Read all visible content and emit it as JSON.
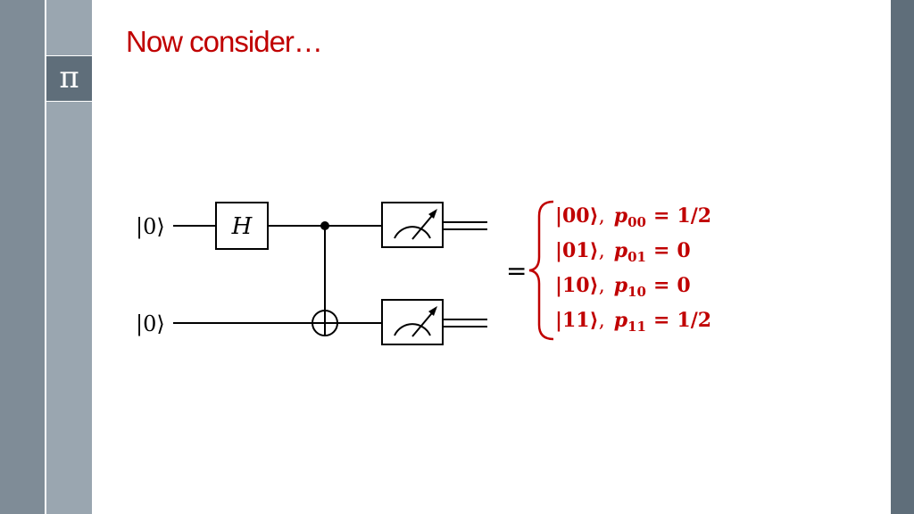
{
  "slide": {
    "title": "Now consider…",
    "sidebar_icon": "π"
  },
  "colors": {
    "accent": "#c00000",
    "sidebar_dark": "#5f6e7a",
    "sidebar_light": "#9aa6b0"
  },
  "circuit": {
    "input_top": "|0⟩",
    "input_bottom": "|0⟩",
    "hadamard_label": "H",
    "equals": "="
  },
  "outcomes": [
    {
      "ket": "|00⟩",
      "p": "p",
      "sub": "00",
      "value": "1/2"
    },
    {
      "ket": "|01⟩",
      "p": "p",
      "sub": "01",
      "value": "0"
    },
    {
      "ket": "|10⟩",
      "p": "p",
      "sub": "10",
      "value": "0"
    },
    {
      "ket": "|11⟩",
      "p": "p",
      "sub": "11",
      "value": "1/2"
    }
  ]
}
